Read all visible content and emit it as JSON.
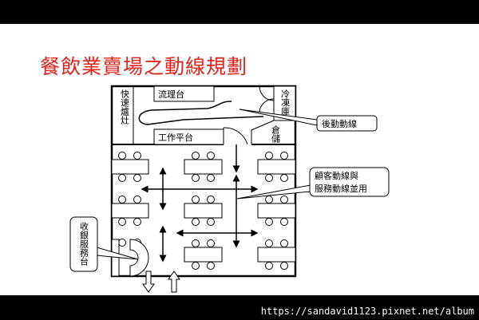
{
  "title": "餐飲業賣場之動線規劃",
  "watermark_url": "https://sandavid1123.pixnet.net/album",
  "labels": {
    "stove": "快速爐灶",
    "sink": "流理台",
    "work_table": "工作平台",
    "freezer": "冷凍庫",
    "storage": "倉儲",
    "cashier": "收銀服務台"
  },
  "callouts": {
    "back_flow": "後勤動線",
    "shared_flow_line1": "顧客動線與",
    "shared_flow_line2": "服務動線並用"
  }
}
